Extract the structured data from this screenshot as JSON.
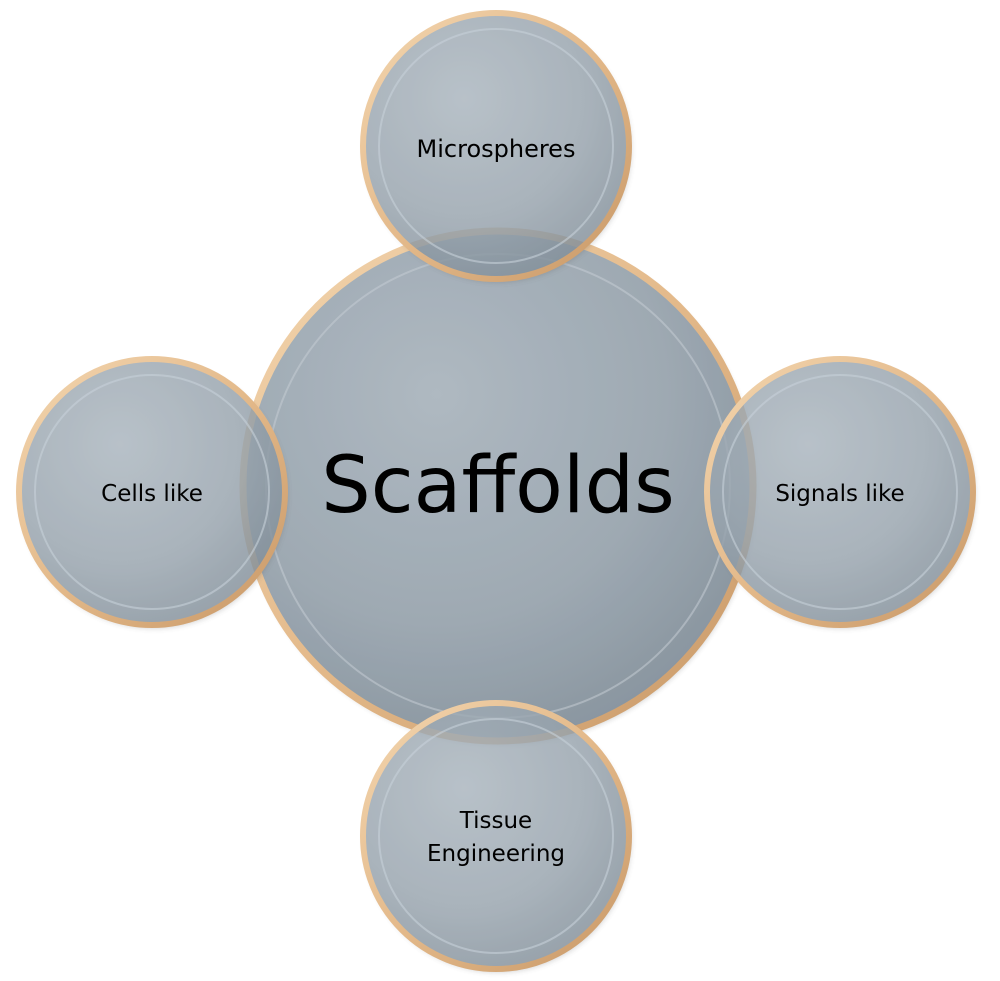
{
  "diagram": {
    "center": {
      "label": "Scaffolds"
    },
    "satellites": {
      "top": {
        "label": "Microspheres"
      },
      "left": {
        "label": "Cells like"
      },
      "right": {
        "label": "Signals like"
      },
      "bottom": {
        "lines": [
          "Tissue",
          "Engineering"
        ]
      }
    },
    "colors": {
      "fill": "#8e9ba6",
      "rim": "#e6bf93",
      "rim_shadow": "#b08a62",
      "inner_ring": "#c7d0d8"
    }
  }
}
